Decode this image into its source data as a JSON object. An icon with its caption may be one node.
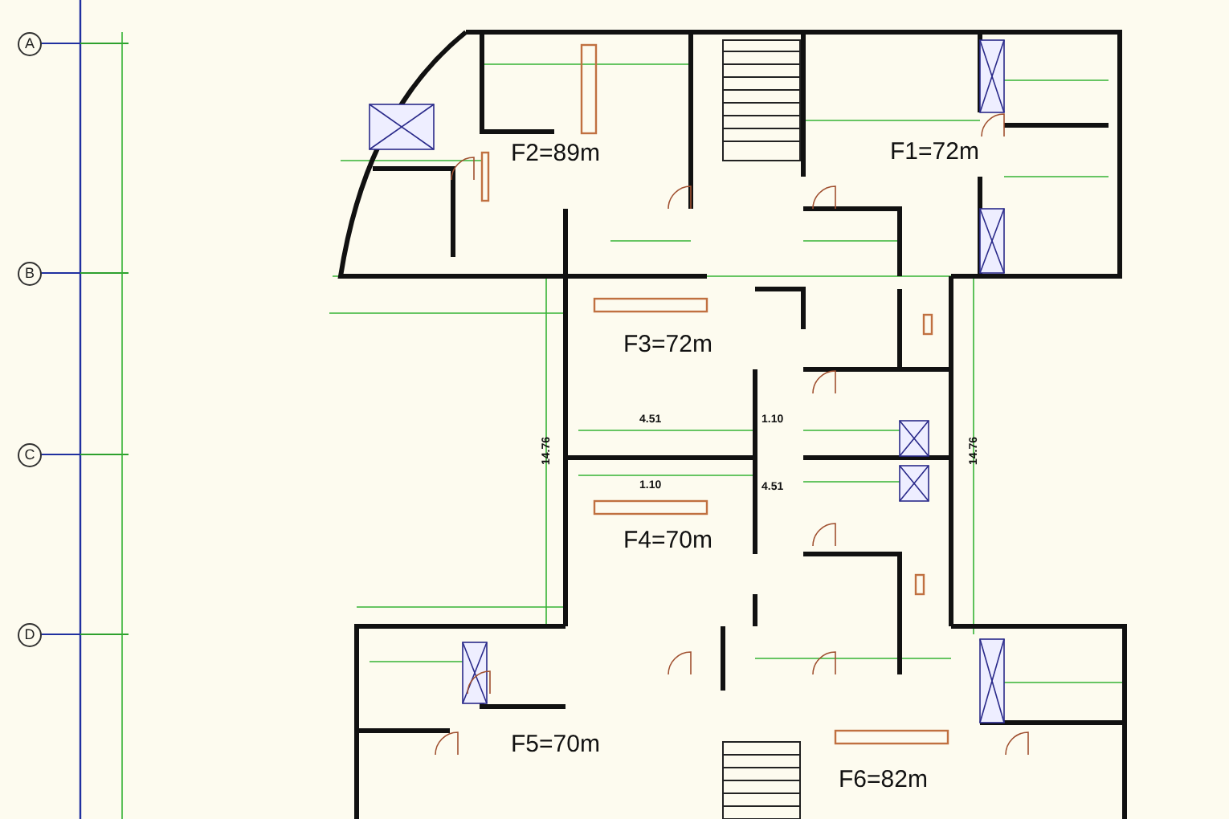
{
  "diagram": {
    "nodes": [
      {
        "text": [
          "A"
        ]
      },
      {
        "text": [
          "B"
        ]
      },
      {
        "text": [
          "C"
        ]
      },
      {
        "text": [
          "D"
        ]
      }
    ],
    "labels": [
      "F2=89m",
      "F1=72m",
      "F3=72m",
      "4.51",
      "1.10",
      "1.10",
      "4.51",
      "14.76",
      "14.76",
      "F4=70m",
      "F5=70m",
      "F6=82m"
    ]
  }
}
